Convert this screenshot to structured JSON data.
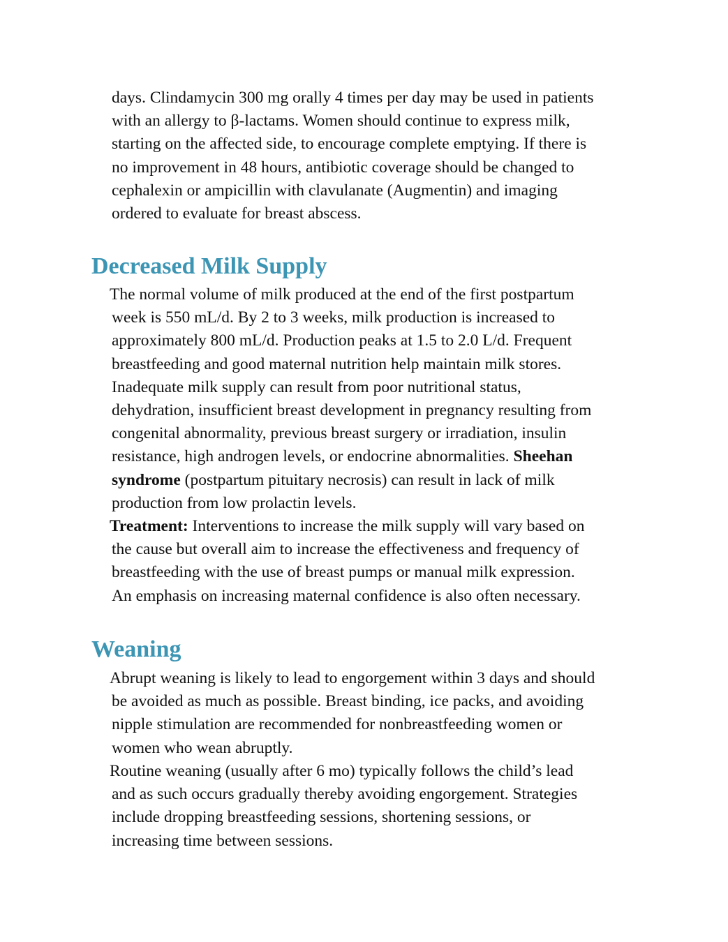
{
  "continuation": {
    "lines": [
      "days. Clindamycin 300 mg orally 4 times per day may be used in patients",
      "with an allergy to β-lactams. Women should continue to express milk,",
      "starting on the affected side, to encourage complete emptying. If there is",
      "no improvement in 48 hours, antibiotic coverage should be changed to",
      "cephalexin or ampicillin with clavulanate (Augmentin) and imaging",
      "ordered to evaluate for breast abscess."
    ]
  },
  "decreased_milk_supply": {
    "heading": "Decreased Milk Supply",
    "intro": {
      "lines": [
        "The normal volume of milk produced at the end of the first postpartum",
        "week is 550 mL/d. By 2 to 3 weeks, milk production is increased to",
        "approximately 800 mL/d. Production peaks at 1.5 to 2.0 L/d. Frequent",
        "breastfeeding and good maternal nutrition help maintain milk stores.",
        "Inadequate milk supply can result from poor nutritional status,",
        "dehydration, insufficient breast development in pregnancy resulting from",
        "congenital abnormality, previous breast surgery or irradiation, insulin"
      ],
      "line8_text": "resistance, high androgen levels, or endocrine abnormalities. ",
      "line8_bold": "Sheehan",
      "line9_bold": "syndrome",
      "line9_text": " (postpartum pituitary necrosis) can result in lack of milk",
      "line10": "production from low prolactin levels."
    },
    "treatment": {
      "label": "Treatment:",
      "line1_text": " Interventions to increase the milk supply will vary based on",
      "lines": [
        "the cause but overall aim to increase the effectiveness and frequency of",
        "breastfeeding with the use of breast pumps or manual milk expression.",
        "An emphasis on increasing maternal confidence is also often necessary."
      ]
    }
  },
  "weaning": {
    "heading": "Weaning",
    "para1": {
      "lines": [
        "Abrupt weaning is likely to lead to engorgement within 3 days and should",
        "be avoided as much as possible. Breast binding, ice packs, and avoiding",
        "nipple stimulation are recommended for nonbreastfeeding women or",
        "women who wean abruptly."
      ]
    },
    "para2": {
      "lines": [
        "Routine weaning (usually after 6 mo) typically follows the child’s lead",
        "and as such occurs gradually thereby avoiding engorgement. Strategies",
        "include dropping breastfeeding sessions, shortening sessions, or",
        "increasing time between sessions."
      ]
    }
  }
}
